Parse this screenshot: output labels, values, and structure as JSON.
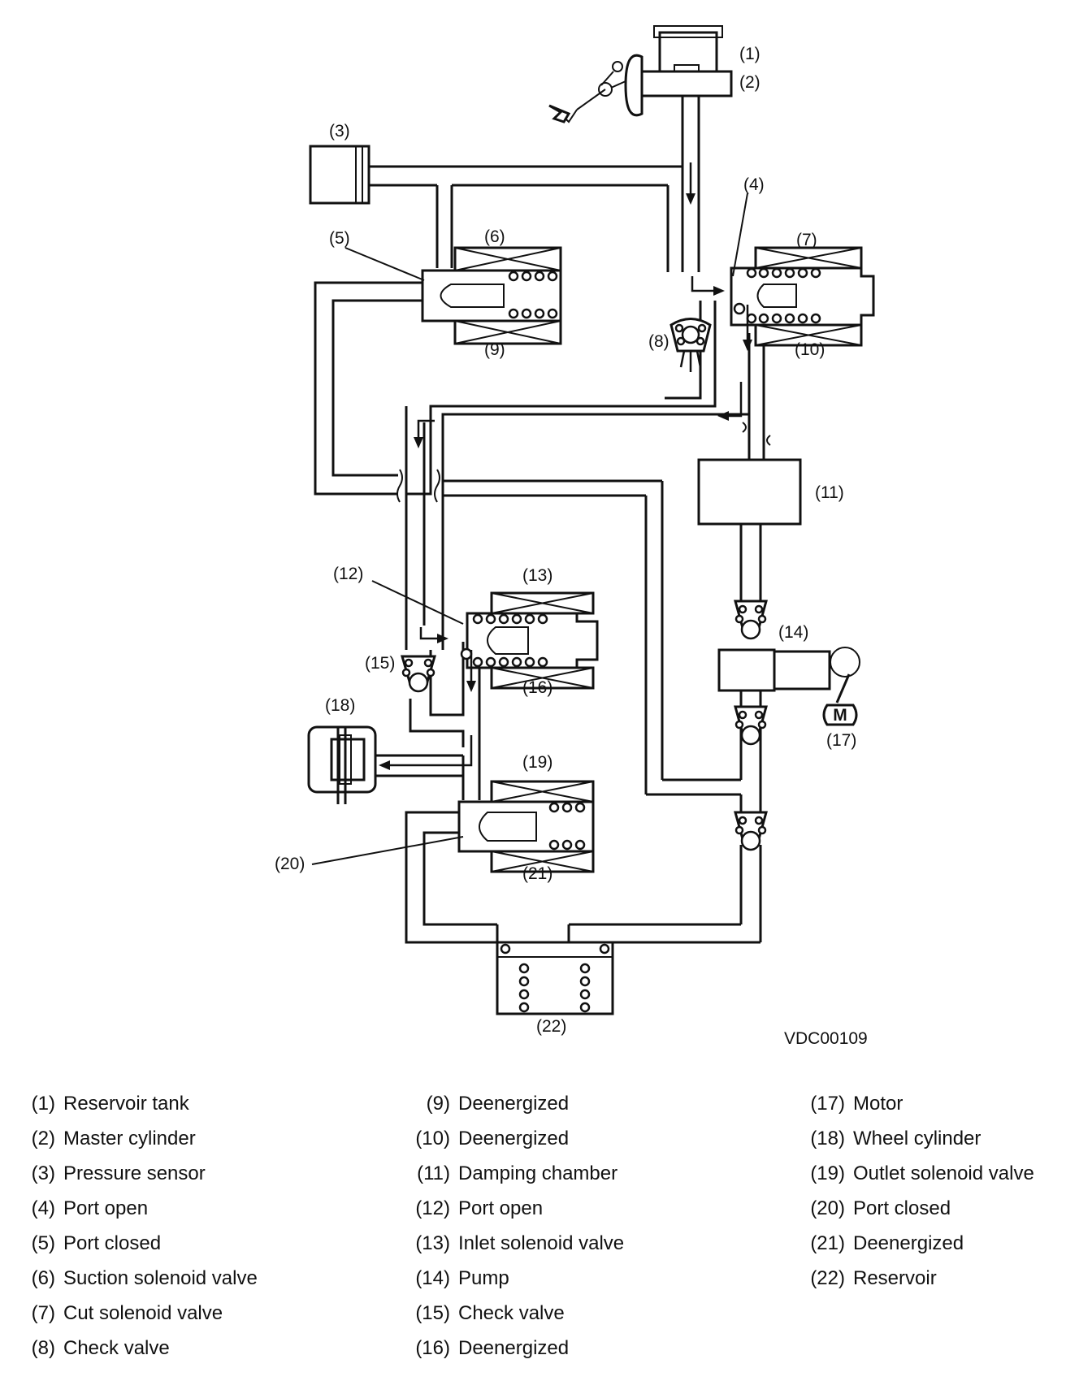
{
  "callouts": {
    "c1": "(1)",
    "c2": "(2)",
    "c3": "(3)",
    "c4": "(4)",
    "c5": "(5)",
    "c6": "(6)",
    "c7": "(7)",
    "c8": "(8)",
    "c9": "(9)",
    "c10": "(10)",
    "c11": "(11)",
    "c12": "(12)",
    "c13": "(13)",
    "c14": "(14)",
    "c15": "(15)",
    "c16": "(16)",
    "c17": "(17)",
    "c18": "(18)",
    "c19": "(19)",
    "c20": "(20)",
    "c21": "(21)",
    "c22": "(22)"
  },
  "motor_letter": "M",
  "figure_code": "VDC00109",
  "legend": [
    {
      "num": "(1)",
      "text": "Reservoir tank"
    },
    {
      "num": "(2)",
      "text": "Master cylinder"
    },
    {
      "num": "(3)",
      "text": "Pressure sensor"
    },
    {
      "num": "(4)",
      "text": "Port open"
    },
    {
      "num": "(5)",
      "text": "Port closed"
    },
    {
      "num": "(6)",
      "text": "Suction solenoid valve"
    },
    {
      "num": "(7)",
      "text": "Cut solenoid valve"
    },
    {
      "num": "(8)",
      "text": "Check valve"
    },
    {
      "num": "(9)",
      "text": "Deenergized"
    },
    {
      "num": "(10)",
      "text": "Deenergized"
    },
    {
      "num": "(11)",
      "text": "Damping chamber"
    },
    {
      "num": "(12)",
      "text": "Port open"
    },
    {
      "num": "(13)",
      "text": "Inlet solenoid valve"
    },
    {
      "num": "(14)",
      "text": "Pump"
    },
    {
      "num": "(15)",
      "text": "Check valve"
    },
    {
      "num": "(16)",
      "text": "Deenergized"
    },
    {
      "num": "(17)",
      "text": "Motor"
    },
    {
      "num": "(18)",
      "text": "Wheel cylinder"
    },
    {
      "num": "(19)",
      "text": "Outlet solenoid valve"
    },
    {
      "num": "(20)",
      "text": "Port closed"
    },
    {
      "num": "(21)",
      "text": "Deenergized"
    },
    {
      "num": "(22)",
      "text": "Reservoir"
    }
  ]
}
